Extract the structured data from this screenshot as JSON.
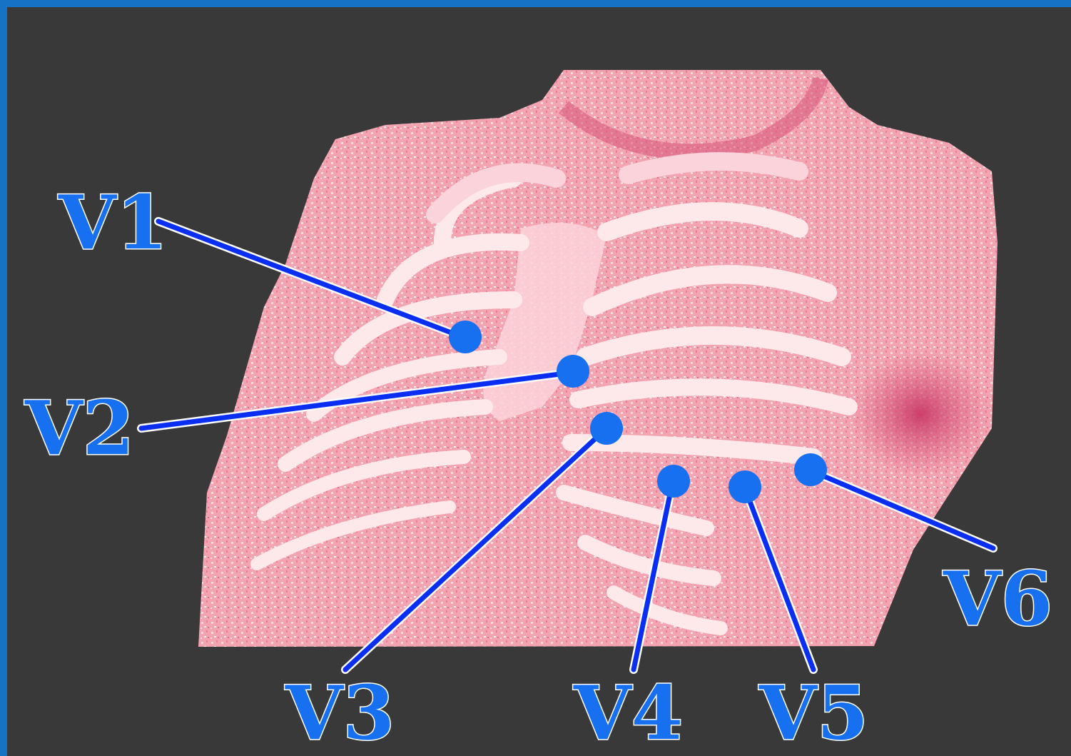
{
  "leads": [
    {
      "id": "v1",
      "label": "V1"
    },
    {
      "id": "v2",
      "label": "V2"
    },
    {
      "id": "v3",
      "label": "V3"
    },
    {
      "id": "v4",
      "label": "V4"
    },
    {
      "id": "v5",
      "label": "V5"
    },
    {
      "id": "v6",
      "label": "V6"
    }
  ],
  "colors": {
    "border": "#1672c4",
    "background": "#393939",
    "label_fill": "#1670f0",
    "line": "#0b2ff2",
    "skin": "#f4a0ae",
    "skin_dark": "#d65478",
    "bone": "#fde8ea"
  }
}
